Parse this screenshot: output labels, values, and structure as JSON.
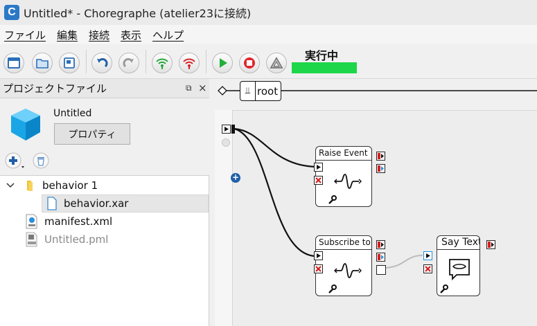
{
  "window": {
    "title": "Untitled* - Choregraphe (atelier23に接続)"
  },
  "menu": [
    "ファイル",
    "編集",
    "接続",
    "表示",
    "ヘルプ"
  ],
  "toolbar": {
    "buttons": [
      "new-project",
      "open-project",
      "save-project",
      "undo",
      "redo",
      "connect",
      "disconnect",
      "play",
      "stop",
      "debug"
    ],
    "status_text": "実行中",
    "status_color": "#1ed64a"
  },
  "panel": {
    "title": "プロジェクトファイル",
    "float_glyph": "⧉",
    "close_glyph": "×",
    "project_name": "Untitled",
    "properties_button": "プロパティ"
  },
  "tree": {
    "items": [
      {
        "label": "behavior 1",
        "type": "folder",
        "expanded": true
      },
      {
        "label": "behavior.xar",
        "type": "file",
        "selected": true
      },
      {
        "label": "manifest.xml",
        "type": "manifest"
      },
      {
        "label": "Untitled.pml",
        "type": "pml",
        "dimmed": true
      }
    ]
  },
  "canvas": {
    "path": "root",
    "boxes": [
      {
        "id": "raise-event",
        "title": "Raise Event"
      },
      {
        "id": "subscribe-to",
        "title": "Subscribe to"
      },
      {
        "id": "say-text",
        "title": "Say Text"
      }
    ]
  }
}
